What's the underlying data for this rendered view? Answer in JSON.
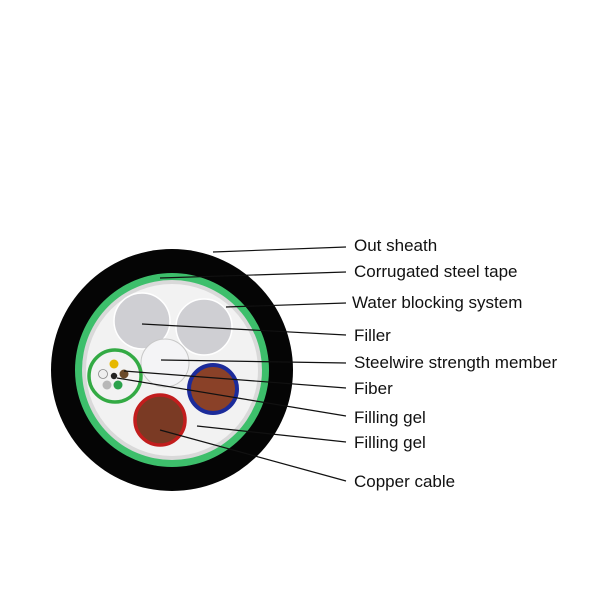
{
  "labels": {
    "out_sheath": "Out sheath",
    "corrugated_steel_tape": "Corrugated steel tape",
    "water_blocking_system": "Water blocking system",
    "filler": "Filler",
    "steelwire_strength_member": "Steelwire strength member",
    "fiber": "Fiber",
    "filling_gel_1": "Filling gel",
    "filling_gel_2": "Filling gel",
    "copper_cable": "Copper cable"
  },
  "colors": {
    "sheath": "#050505",
    "steel_tape": "#3dbf6b",
    "water_blocking": "#d9d9d9",
    "filling_gel": "#f2f2f2",
    "filler": "#cfcfd3",
    "strength_member": "#f4f4f6",
    "tube_ring": "#33aa44",
    "copper_blue_ring": "#1c2b9a",
    "copper_brown": "#8a4128",
    "copper_red_ring": "#c21d1d",
    "copper_dark": "#7a3a24",
    "leader_line": "#111111"
  },
  "icons": {
    "cable": "cable-cross-section-icon"
  }
}
